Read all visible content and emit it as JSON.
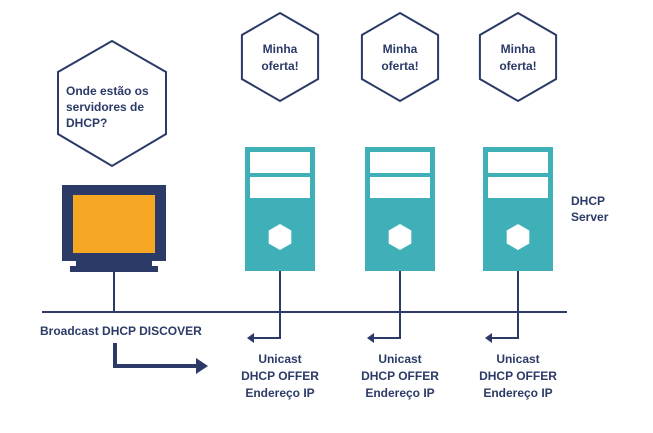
{
  "colors": {
    "navy": "#2b3a67",
    "teal": "#3fb0b8",
    "teal_panel": "#ffffff",
    "screen": "#f5a623",
    "text": "#2b3a67",
    "background": "#ffffff"
  },
  "client": {
    "question_lines": [
      "Onde estão os",
      "servidores de",
      "DHCP?"
    ],
    "broadcast_label": "Broadcast DHCP DISCOVER"
  },
  "server_group": {
    "label_lines": [
      "DHCP",
      "Server"
    ]
  },
  "servers": [
    {
      "offer_lines": [
        "Minha",
        "oferta!"
      ],
      "response_lines": [
        "Unicast",
        "DHCP OFFER",
        "Endereço IP"
      ]
    },
    {
      "offer_lines": [
        "Minha",
        "oferta!"
      ],
      "response_lines": [
        "Unicast",
        "DHCP OFFER",
        "Endereço IP"
      ]
    },
    {
      "offer_lines": [
        "Minha",
        "oferta!"
      ],
      "response_lines": [
        "Unicast",
        "DHCP OFFER",
        "Endereço IP"
      ]
    }
  ],
  "icons": {
    "client": "monitor-icon",
    "server": "server-tower-icon",
    "bubble": "hexagon-speech-bubble"
  }
}
